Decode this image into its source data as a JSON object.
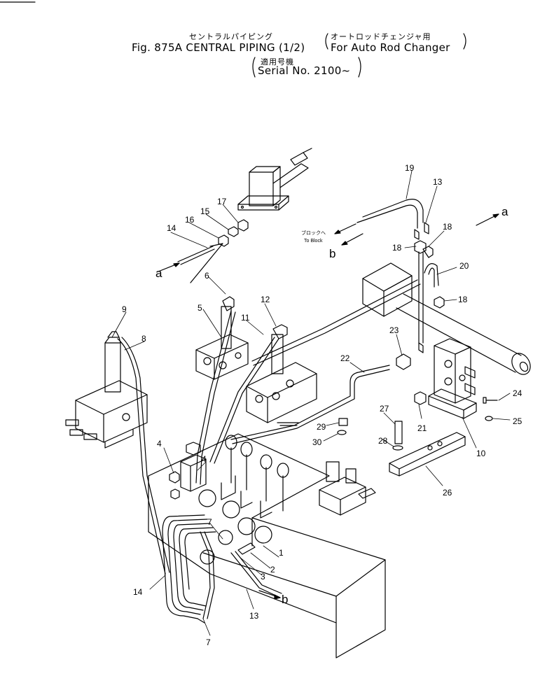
{
  "title": {
    "jp_name": "セントラルパイピング",
    "fig_line": "Fig. 875A  CENTRAL  PIPING (1/2)",
    "jp_use": "オートロッドチェンジャ用",
    "use_line": "For Auto Rod Changer",
    "jp_applic": "適用号機",
    "serial_line": "Serial No. 2100~"
  },
  "block_note": {
    "jp": "ブロックへ",
    "en": "To Block"
  },
  "arrow_labels": {
    "a": "a",
    "b": "b"
  },
  "part_numbers": [
    "1",
    "2",
    "3",
    "4",
    "4",
    "5",
    "6",
    "7",
    "7",
    "8",
    "9",
    "10",
    "11",
    "12",
    "13",
    "13",
    "14",
    "14",
    "15",
    "16",
    "17",
    "18",
    "18",
    "18",
    "19",
    "20",
    "21",
    "22",
    "23",
    "24",
    "25",
    "26",
    "27",
    "28",
    "29",
    "30"
  ]
}
